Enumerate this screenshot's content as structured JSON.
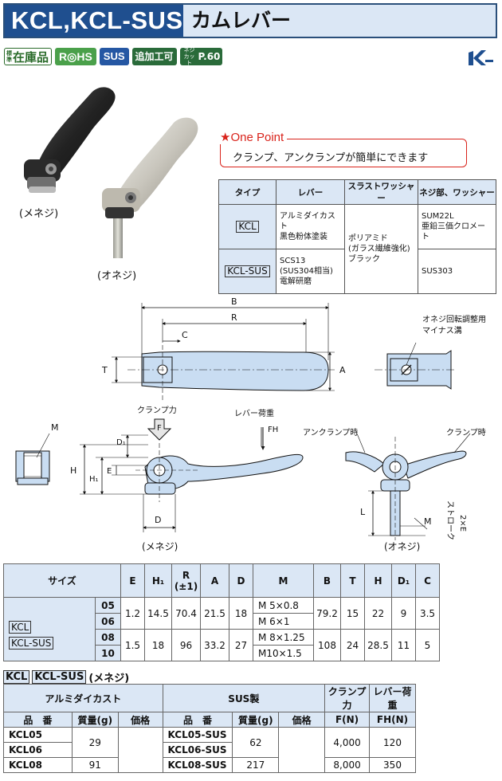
{
  "header": {
    "title": "KCL,KCL-SUS",
    "subtitle": "カムレバー"
  },
  "badges": {
    "standard_prefix": "標準",
    "standard": "在庫品",
    "rohs": "R◎HS",
    "sus": "SUS",
    "addwork": "追加工可",
    "neji_cut": "ネジカット",
    "page": "P.60"
  },
  "photos": {
    "female_caption": "(メネジ)",
    "male_caption": "(オネジ)"
  },
  "one_point": {
    "label": "★One Point",
    "text": "クランプ、アンクランプが簡単にできます"
  },
  "material_table": {
    "headers": [
      "タイプ",
      "レバー",
      "スラストワッシャー",
      "ネジ部、ワッシャー"
    ],
    "rows": [
      {
        "type": "KCL",
        "lever": [
          "アルミダイカスト",
          "黒色粉体塗装"
        ],
        "screw": [
          "SUM22L",
          "亜鉛三価クロメート"
        ]
      },
      {
        "type": "KCL-SUS",
        "lever": [
          "SCS13",
          "(SUS304相当)",
          "電解研磨"
        ],
        "screw": [
          "SUS303"
        ]
      }
    ],
    "thrust": [
      "ポリアミド",
      "(ガラス繊維強化)",
      "ブラック"
    ]
  },
  "drawing": {
    "dims": {
      "B": "B",
      "R": "R",
      "C": "C",
      "T": "T",
      "A": "A",
      "M": "M",
      "H": "H",
      "H1": "H₁",
      "D1": "D₁",
      "E": "E",
      "D": "D",
      "L": "L",
      "FH": "FH",
      "F": "F"
    },
    "notes": {
      "slot": "オネジ回転調整用",
      "slot2": "マイナス溝",
      "clamp_force": "クランプ力",
      "lever_load": "レバー荷重",
      "unclamp": "アンクランプ時",
      "clamp": "クランプ時",
      "stroke": "ストローク",
      "stroke2": "2×E",
      "female": "(メネジ)",
      "male": "(オネジ)"
    }
  },
  "spec_table": {
    "headers": [
      "サイズ",
      "E",
      "H₁",
      "R",
      "(±1)",
      "A",
      "D",
      "M",
      "B",
      "T",
      "H",
      "D₁",
      "C"
    ],
    "size_labels": [
      "KCL",
      "KCL-SUS"
    ],
    "rows": [
      {
        "no": "05",
        "M": "M  5×0.8"
      },
      {
        "no": "06",
        "M": "M  6×1"
      },
      {
        "no": "08",
        "M": "M  8×1.25"
      },
      {
        "no": "10",
        "M": "M10×1.5"
      }
    ],
    "group1": {
      "E": "1.2",
      "H1": "14.5",
      "R": "70.4",
      "A": "21.5",
      "D": "18",
      "B": "79.2",
      "T": "15",
      "H": "22",
      "D1": "9",
      "C": "3.5"
    },
    "group2": {
      "E": "1.5",
      "H1": "18",
      "R": "96",
      "A": "33.2",
      "D": "27",
      "B": "108",
      "T": "24",
      "H": "28.5",
      "D1": "11",
      "C": "5"
    }
  },
  "price_section": {
    "label_kcl": "KCL",
    "label_kcl_sus": "KCL-SUS",
    "label_type": "(メネジ)",
    "group_alu": "アルミダイカスト",
    "group_sus": "SUS製",
    "clamp_force": "クランプ力",
    "lever_load": "レバー荷重",
    "col_code": "品　番",
    "col_mass": "質量(g)",
    "col_price": "価格",
    "col_F": "F(N)",
    "col_FH": "FH(N)",
    "rows": [
      {
        "alu": "KCL05",
        "sus": "KCL05-SUS"
      },
      {
        "alu": "KCL06",
        "sus": "KCL06-SUS"
      },
      {
        "alu": "KCL08",
        "sus": "KCL08-SUS"
      }
    ],
    "alu_mass_a": "29",
    "alu_mass_b": "91",
    "sus_mass_a": "62",
    "sus_mass_b": "217",
    "F_a": "4,000",
    "F_b": "8,000",
    "FH_a": "120",
    "FH_b": "350"
  },
  "colors": {
    "brand": "#1f4f8f",
    "accent": "#d9231b",
    "table_fill": "#dbe7f5",
    "drawing_fill": "#c9ddf2"
  }
}
